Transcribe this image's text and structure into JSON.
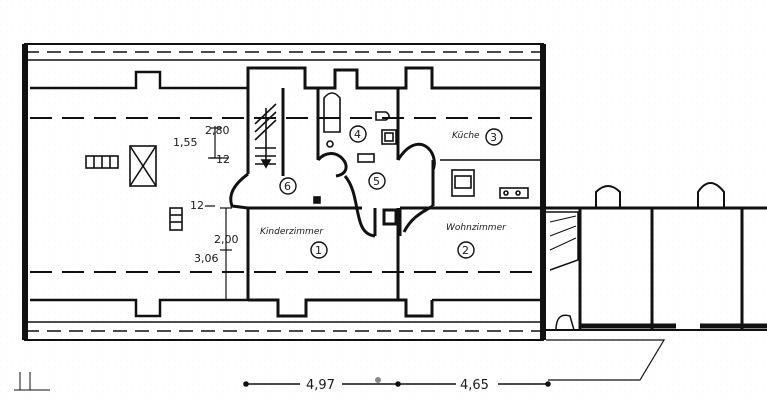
{
  "rooms": {
    "kinderzimmer": {
      "name": "Kinderzimmer",
      "number": "1"
    },
    "wohnzimmer": {
      "name": "Wohnzimmer",
      "number": "2"
    },
    "kueche": {
      "name": "Küche",
      "number": "3"
    },
    "bad": {
      "number": "4"
    },
    "flur": {
      "number": "5"
    },
    "treppe": {
      "number": "6"
    }
  },
  "dimensions": {
    "d_155": "1,55",
    "d_280": "2,80",
    "d_12_top": "12",
    "d_12_left": "12",
    "d_200": "2,00",
    "d_306": "3,06",
    "bottom_left": "4,97",
    "bottom_right": "4,65"
  }
}
